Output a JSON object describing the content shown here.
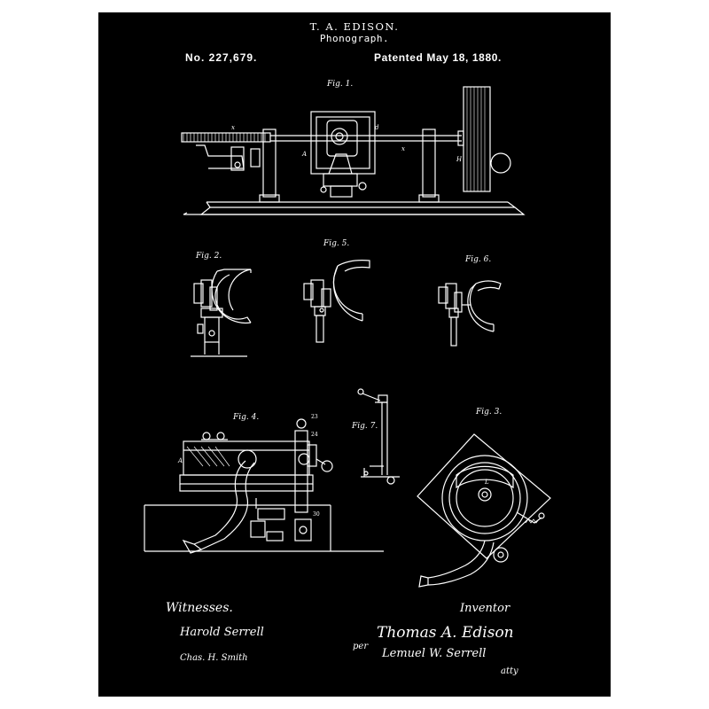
{
  "header": {
    "inventor": "T. A. EDISON.",
    "invention": "Phonograph.",
    "patent_number": "No. 227,679.",
    "patent_date": "Patented May 18, 1880."
  },
  "figures": {
    "fig1": "Fig. 1.",
    "fig2": "Fig. 2.",
    "fig3": "Fig. 3.",
    "fig4": "Fig. 4.",
    "fig5": "Fig. 5.",
    "fig6": "Fig. 6.",
    "fig7": "Fig. 7."
  },
  "signatures": {
    "witnesses_label": "Witnesses.",
    "witness_1": "Harold Serrell",
    "witness_2": "Chas. H. Smith",
    "inventor_label": "Inventor",
    "inventor_name": "Thomas A. Edison",
    "per": "per",
    "attorney_name": "Lemuel W. Serrell",
    "attorney_abbr": "atty"
  },
  "colors": {
    "frame": "#ffffff",
    "background": "#000000",
    "ink": "#ffffff"
  }
}
